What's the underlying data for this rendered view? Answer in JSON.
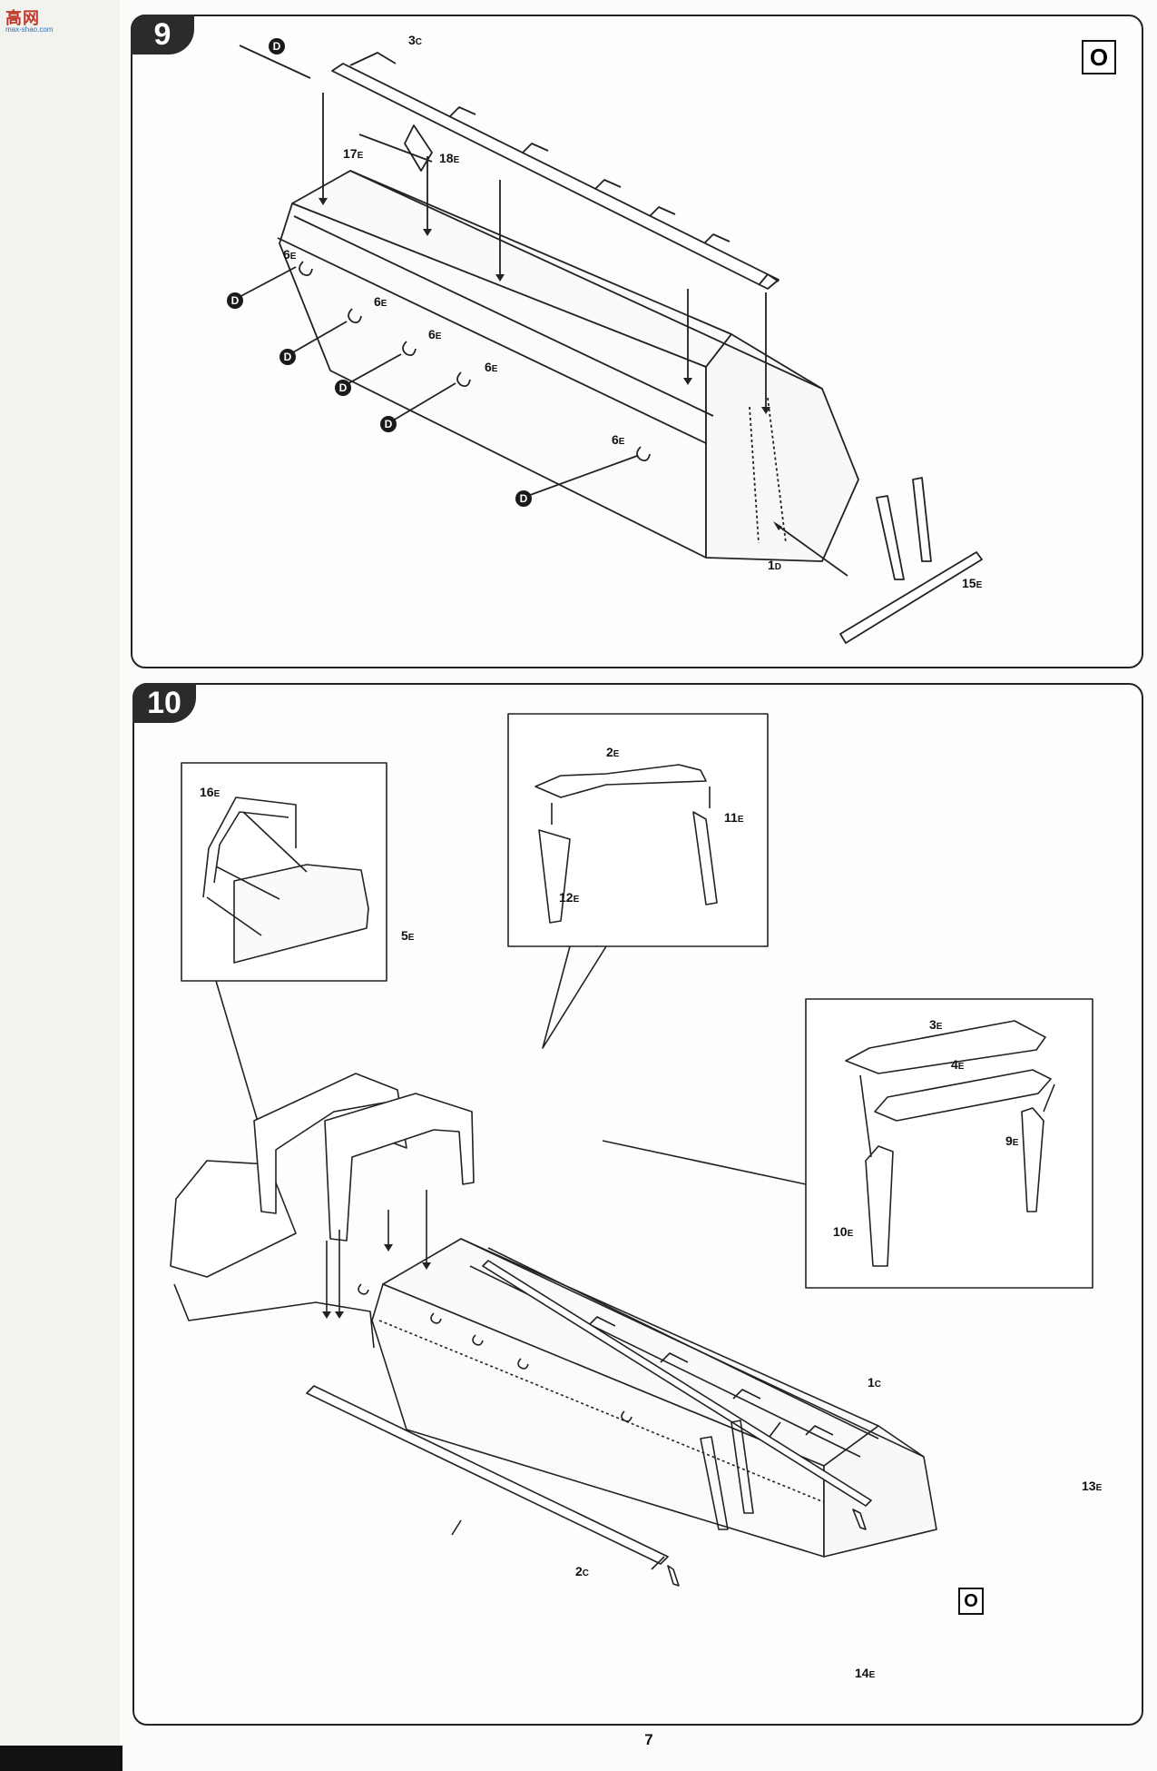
{
  "watermark": {
    "title": "高网",
    "subtitle": "max-shao.com"
  },
  "step9": {
    "number": "9",
    "tag": "O",
    "markers": [
      "D",
      "D",
      "D",
      "D",
      "D",
      "D"
    ],
    "labels": [
      {
        "main": "3",
        "sub": "C"
      },
      {
        "main": "17",
        "sub": "E"
      },
      {
        "main": "18",
        "sub": "E"
      },
      {
        "main": "6",
        "sub": "E"
      },
      {
        "main": "6",
        "sub": "E"
      },
      {
        "main": "6",
        "sub": "E"
      },
      {
        "main": "6",
        "sub": "E"
      },
      {
        "main": "6",
        "sub": "E"
      },
      {
        "main": "1",
        "sub": "D"
      },
      {
        "main": "15",
        "sub": "E"
      }
    ]
  },
  "step10": {
    "number": "10",
    "tag": "O",
    "inset_front_frame": [
      {
        "main": "16",
        "sub": "E"
      },
      {
        "main": "5",
        "sub": "E"
      }
    ],
    "inset_arch": [
      {
        "main": "2",
        "sub": "E"
      },
      {
        "main": "11",
        "sub": "E"
      },
      {
        "main": "12",
        "sub": "E"
      }
    ],
    "inset_rear_frame": [
      {
        "main": "3",
        "sub": "E"
      },
      {
        "main": "4",
        "sub": "E"
      },
      {
        "main": "9",
        "sub": "E"
      },
      {
        "main": "10",
        "sub": "E"
      }
    ],
    "labels": [
      {
        "main": "1",
        "sub": "C"
      },
      {
        "main": "13",
        "sub": "E"
      },
      {
        "main": "2",
        "sub": "C"
      },
      {
        "main": "14",
        "sub": "E"
      }
    ]
  },
  "page_number": "7"
}
